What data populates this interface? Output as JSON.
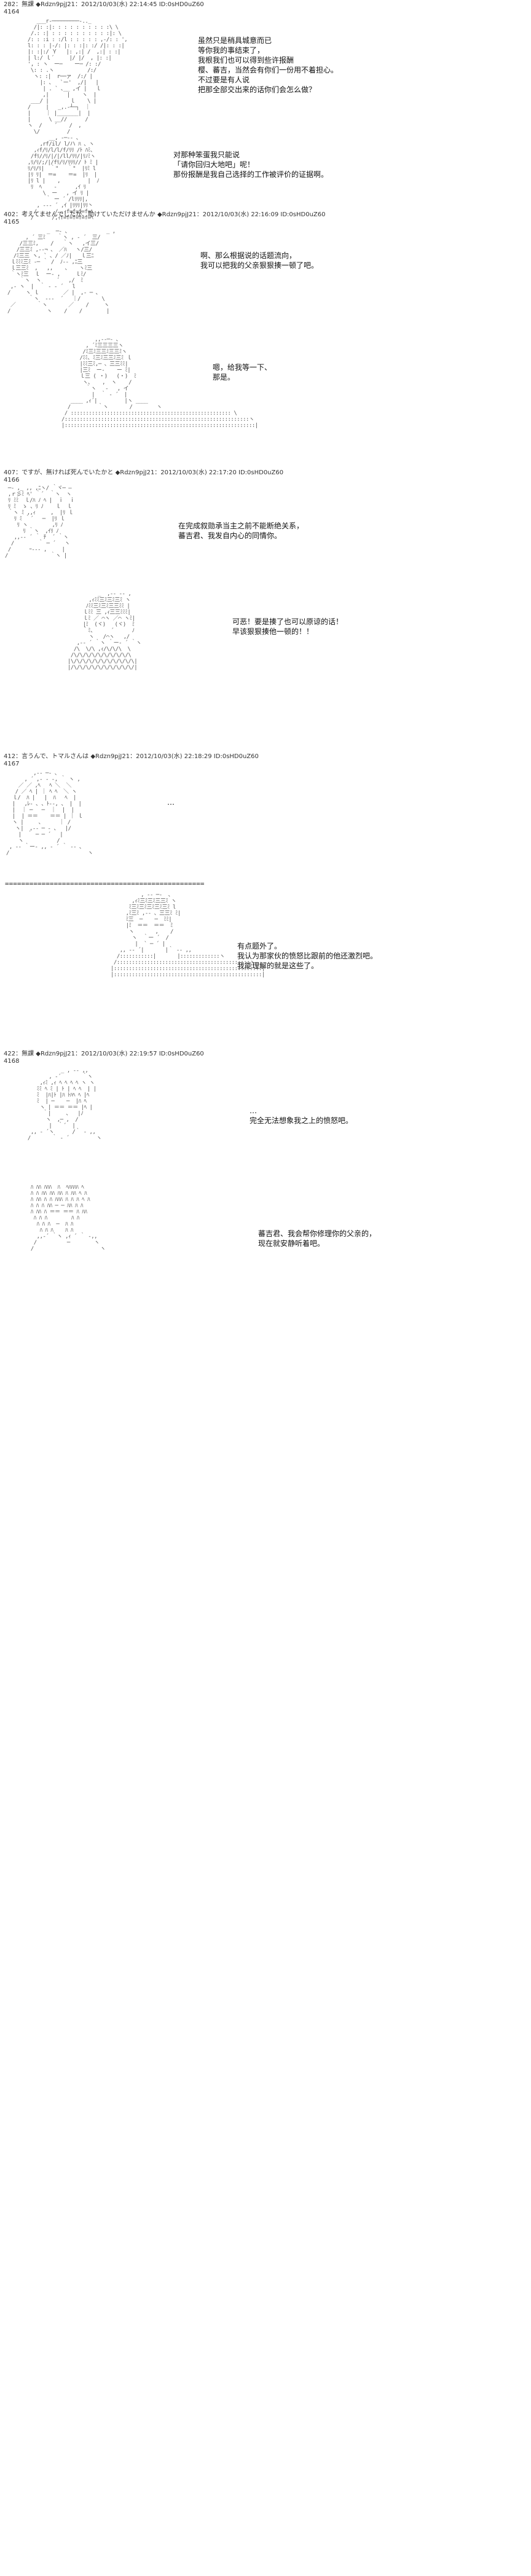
{
  "posts": [
    {
      "header": "282：無課 ◆Rdzn9pjJ21：2012/10/03(水) 22:14:45 ID:0sHD0uZ60",
      "number": "4164",
      "panels": [
        {
          "dialogue": "虽然只是稍具城意而已\n等你我的事结束了，\n我根我们也可以得到些许报酬\n樱、蕃吉，当然会有你们一份用不着担心。\n不过要是有人说\n把那全部交出来的话你们会怎么做？"
        },
        {
          "dialogue": "对那种笨蛋我只能说\n「请你回归大地吧」呢！\n那份报酬是我自己选择的工作被评价的证据啊。"
        }
      ]
    },
    {
      "header": "402：考えてませんでしたが、助けていただけませんか ◆Rdzn9pjJ21：2012/10/03(水) 22:16:09 ID:0sHD0uZ60",
      "number": "4165",
      "panels": [
        {
          "dialogue": "啊、那么根据说的话题流向，\n我可以把我的父亲狠狠揍一顿了吧。"
        },
        {
          "dialogue": "嗯，给我等一下、\n那是。"
        }
      ]
    },
    {
      "header": "407：ですが、無ければ死んでいたかと ◆Rdzn9pjJ21：2012/10/03(水) 22:17:20 ID:0sHD0uZ60",
      "number": "4166",
      "panels": [
        {
          "dialogue": "在完成叙勋承当主之前不能断绝关系，\n蕃吉君、我发自内心的同情你。"
        },
        {
          "dialogue": "可恶！要是揍了也可以原谅的话！\n早该狠狠揍他一顿的！！"
        }
      ]
    },
    {
      "header": "412：言うんで、トマルさんは ◆Rdzn9pjJ21：2012/10/03(水) 22:18:29 ID:0sHD0uZ60",
      "number": "4167",
      "panels": [
        {
          "dialogue": "…"
        },
        {
          "dialogue": "有点题外了。\n我认为那家伙的愤怒比跟前的他还激烈吧。\n我能理解的就是这些了。"
        }
      ],
      "separator": "================================================="
    },
    {
      "header": "422：無課 ◆Rdzn9pjJ21：2012/10/03(水) 22:19:57 ID:0sHD0uZ60",
      "number": "4168",
      "panels": [
        {
          "dialogue": "…\n完全无法想象我之上的愤怒吧。"
        },
        {
          "dialogue": "蕃吉君、我会帮你修理你的父亲的，\n现在就安静听着吧。"
        }
      ]
    }
  ]
}
